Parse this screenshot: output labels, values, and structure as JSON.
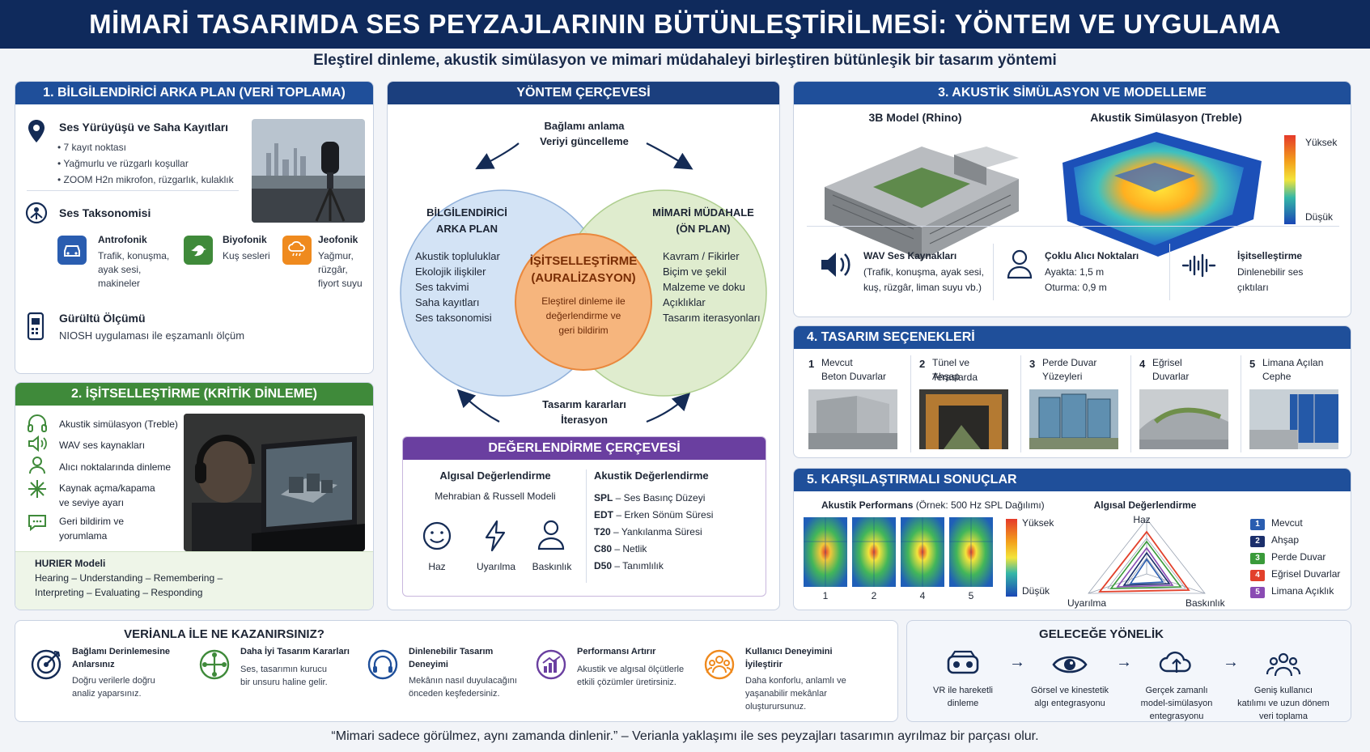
{
  "header": {
    "title": "MİMARİ TASARIMDA SES PEYZAJLARININ BÜTÜNLEŞTİRİLMESİ: YÖNTEM VE UYGULAMA",
    "subtitle": "Eleştirel dinleme, akustik simülasyon ve mimari müdahaleyi birleştiren bütünleşik bir tasarım yöntemi"
  },
  "s1": {
    "title": "1. BİLGİLENDİRİCİ ARKA PLAN (VERİ TOPLAMA)",
    "walk_title": "Ses Yürüyüşü ve Saha Kayıtları",
    "walk_items": [
      "• 7 kayıt noktası",
      "• Yağmurlu ve rüzgarlı koşullar",
      "• ZOOM H2n mikrofon, rüzgarlık, kulaklık"
    ],
    "tax_title": "Ses Taksonomisi",
    "tax": [
      {
        "title": "Antrofonik",
        "desc": [
          "Trafik, konuşma,",
          "ayak sesi,",
          "makineler"
        ]
      },
      {
        "title": "Biyofonik",
        "desc": [
          "Kuş sesleri"
        ]
      },
      {
        "title": "Jeofonik",
        "desc": [
          "Yağmur,",
          "rüzgâr,",
          "fiyort suyu"
        ]
      }
    ],
    "noise_title": "Gürültü Ölçümü",
    "noise_desc": "NIOSH uygulaması ile eşzamanlı ölçüm"
  },
  "s2": {
    "title": "2. İŞİTSELLEŞTİRME (KRİTİK DİNLEME)",
    "items": [
      "Akustik simülasyon (Treble)",
      "WAV ses kaynakları",
      "Alıcı noktalarında dinleme",
      "Kaynak açma/kapama",
      "ve seviye ayarı",
      "Geri bildirim ve",
      "yorumlama"
    ],
    "hurier_title": "HURIER Modeli",
    "hurier_l1": "Hearing – Understanding – Remembering –",
    "hurier_l2": "Interpreting – Evaluating – Responding"
  },
  "method": {
    "title": "YÖNTEM ÇERÇEVESİ",
    "top_l1": "Bağlamı anlama",
    "top_l2": "Veriyi güncelleme",
    "bottom_l1": "Tasarım kararları",
    "bottom_l2": "İterasyon",
    "left_title_l1": "BİLGİLENDİRİCİ",
    "left_title_l2": "ARKA PLAN",
    "left_items": [
      "Akustik topluluklar",
      "Ekolojik ilişkiler",
      "Ses takvimi",
      "Saha kayıtları",
      "Ses taksonomisi"
    ],
    "right_title_l1": "MİMARİ MÜDAHALE",
    "right_title_l2": "(ÖN PLAN)",
    "right_items": [
      "Kavram / Fikirler",
      "Biçim ve şekil",
      "Malzeme ve doku",
      "Açıklıklar",
      "Tasarım iterasyonları"
    ],
    "center_title_l1": "İŞİTSELLEŞTİRME",
    "center_title_l2": "(AURALİZASYON)",
    "center_desc": [
      "Eleştirel dinleme ile",
      "değerlendirme ve",
      "geri bildirim"
    ]
  },
  "eval": {
    "title": "DEĞERLENDİRME ÇERÇEVESİ",
    "perc_title": "Algısal Değerlendirme",
    "perc_model": "Mehrabian & Russell Modeli",
    "perc_icons": [
      "Haz",
      "Uyarılma",
      "Baskınlık"
    ],
    "ac_title": "Akustik Değerlendirme",
    "ac_items": [
      {
        "k": "SPL",
        "v": " – Ses Basınç Düzeyi"
      },
      {
        "k": "EDT",
        "v": " – Erken Sönüm Süresi"
      },
      {
        "k": "T20",
        "v": " – Yankılanma Süresi"
      },
      {
        "k": "C80",
        "v": " – Netlik"
      },
      {
        "k": "D50",
        "v": " – Tanımlılık"
      }
    ]
  },
  "s3": {
    "title": "3. AKUSTİK SİMÜLASYON VE MODELLEME",
    "model_title": "3B Model (Rhino)",
    "sim_title": "Akustik Simülasyon (Treble)",
    "scale_high": "Yüksek",
    "scale_low": "Düşük",
    "wav_title": "WAV Ses Kaynakları",
    "wav_l1": "(Trafik, konuşma, ayak sesi,",
    "wav_l2": "kuş, rüzgâr, liman suyu vb.)",
    "rec_title": "Çoklu Alıcı Noktaları",
    "rec_l1": "Ayakta: 1,5 m",
    "rec_l2": "Oturma: 0,9 m",
    "aur_title": "İşitselleştirme",
    "aur_l1": "Dinlenebilir ses",
    "aur_l2": "çıktıları"
  },
  "s4": {
    "title": "4. TASARIM SEÇENEKLERİ",
    "options": [
      {
        "n": "1",
        "l1": "Mevcut",
        "l2": "Beton Duvarlar"
      },
      {
        "n": "2",
        "l1": "Tünel ve Teraslarda",
        "l2": "Ahşap"
      },
      {
        "n": "3",
        "l1": "Perde Duvar",
        "l2": "Yüzeyleri"
      },
      {
        "n": "4",
        "l1": "Eğrisel",
        "l2": "Duvarlar"
      },
      {
        "n": "5",
        "l1": "Limana Açılan",
        "l2": "Cephe"
      }
    ]
  },
  "s5": {
    "title": "5. KARŞILAŞTIRMALI SONUÇLAR",
    "perf_title": "Akustik Performans",
    "perf_note": " (Örnek: 500 Hz SPL Dağılımı)",
    "maps": [
      "1",
      "2",
      "4",
      "5"
    ],
    "scale_high": "Yüksek",
    "scale_low": "Düşük",
    "radar_title": "Algısal Değerlendirme",
    "radar_axes": [
      "Haz",
      "Uyarılma",
      "Baskınlık"
    ],
    "legend": [
      {
        "n": "1",
        "label": "Mevcut",
        "color": "#2a5db0"
      },
      {
        "n": "2",
        "label": "Ahşap",
        "color": "#1b2f6b"
      },
      {
        "n": "3",
        "label": "Perde Duvar",
        "color": "#3a9a3a"
      },
      {
        "n": "4",
        "label": "Eğrisel Duvarlar",
        "color": "#e2402b"
      },
      {
        "n": "5",
        "label": "Limana Açıklık",
        "color": "#8a4bb3"
      }
    ]
  },
  "gain": {
    "title": "VERİANLA İLE NE KAZANIRSINIZ?",
    "items": [
      {
        "t1": "Bağlamı Derinlemesine",
        "t2": "Anlarsınız",
        "d1": "Doğru verilerle doğru",
        "d2": "analiz yaparsınız.",
        "d3": ""
      },
      {
        "t1": "Daha İyi Tasarım Kararları",
        "t2": "",
        "d1": "Ses, tasarımın kurucu",
        "d2": "bir unsuru haline gelir.",
        "d3": ""
      },
      {
        "t1": "Dinlenebilir Tasarım",
        "t2": "Deneyimi",
        "d1": "Mekânın nasıl duyulacağını",
        "d2": "önceden keşfedersiniz.",
        "d3": ""
      },
      {
        "t1": "Performansı Artırır",
        "t2": "",
        "d1": "Akustik ve algısal ölçütlerle",
        "d2": "etkili çözümler üretirsiniz.",
        "d3": ""
      },
      {
        "t1": "Kullanıcı Deneyimini",
        "t2": "İyileştirir",
        "d1": "Daha konforlu, anlamlı ve",
        "d2": "yaşanabilir mekânlar",
        "d3": "oluşturursunuz."
      }
    ]
  },
  "future": {
    "title": "GELECEĞE YÖNELİK",
    "items": [
      {
        "l1": "VR ile hareketli",
        "l2": "dinleme",
        "l3": ""
      },
      {
        "l1": "Görsel ve kinestetik",
        "l2": "algı entegrasyonu",
        "l3": ""
      },
      {
        "l1": "Gerçek zamanlı",
        "l2": "model-simülasyon",
        "l3": "entegrasyonu"
      },
      {
        "l1": "Geniş kullanıcı",
        "l2": "katılımı ve uzun dönem",
        "l3": "veri toplama"
      }
    ],
    "arrow": "→"
  },
  "footer": {
    "quote": "“Mimari sadece görülmez, aynı zamanda dinlenir.” – Verianla yaklaşımı ile ses peyzajları tasarımın ayrılmaz bir parçası olur."
  }
}
